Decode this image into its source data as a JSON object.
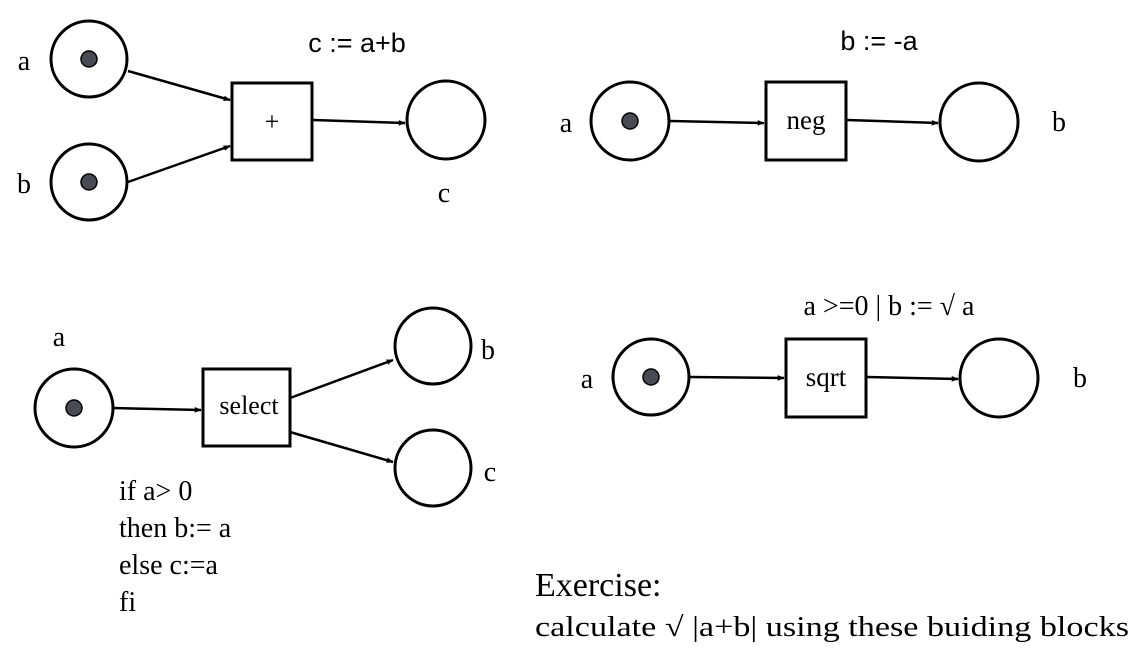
{
  "blocks": {
    "add": {
      "title": "c := a+b",
      "transition_label": "+",
      "inputs": [
        {
          "label": "a",
          "marked": true
        },
        {
          "label": "b",
          "marked": true
        }
      ],
      "output": {
        "label": "c",
        "marked": false
      }
    },
    "neg": {
      "title": "b := -a",
      "transition_label": "neg",
      "input": {
        "label": "a",
        "marked": true
      },
      "output": {
        "label": "b",
        "marked": false
      }
    },
    "select": {
      "transition_label": "select",
      "input": {
        "label": "a",
        "marked": true
      },
      "outputs": [
        {
          "label": "b",
          "marked": false
        },
        {
          "label": "c",
          "marked": false
        }
      ],
      "code_lines": [
        "if a> 0",
        "then b:= a",
        "else c:=a",
        "fi"
      ]
    },
    "sqrt": {
      "title": "a >=0 | b := √ a",
      "transition_label": "sqrt",
      "input": {
        "label": "a",
        "marked": true
      },
      "output": {
        "label": "b",
        "marked": false
      }
    }
  },
  "exercise": {
    "heading": "Exercise:",
    "text": "calculate √ |a+b| using these buiding blocks"
  }
}
